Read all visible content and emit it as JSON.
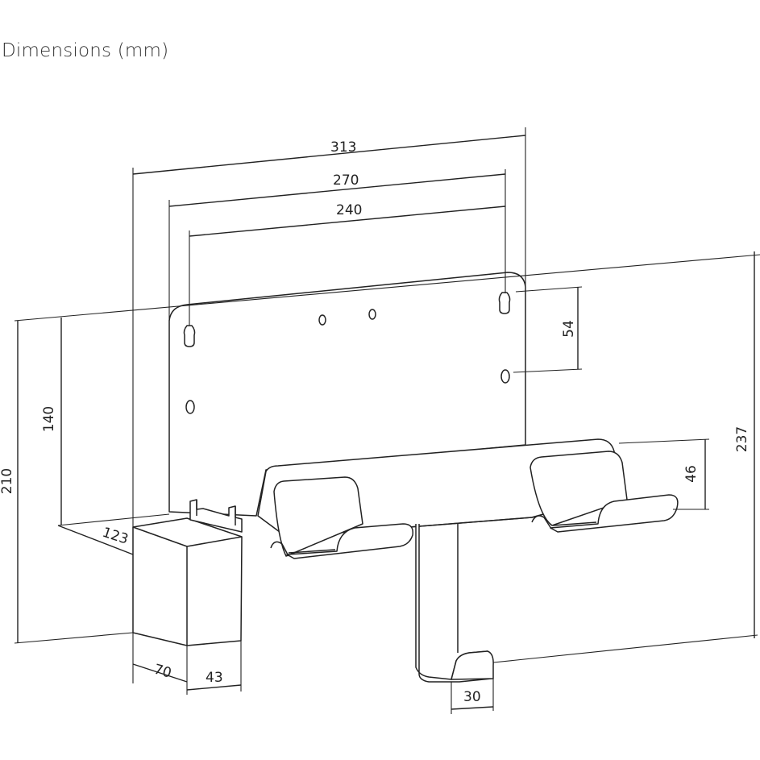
{
  "title": "Dimensions (mm)",
  "dimensions": {
    "overall_width": "313",
    "hole_spacing_outer": "270",
    "hole_spacing_inner": "240",
    "hole_vertical_offset": "54",
    "plate_height": "140",
    "total_height_left": "210",
    "total_height_right": "237",
    "cradle_height": "46",
    "depth": "123",
    "box_width": "70",
    "box_depth": "43",
    "hook_width": "30"
  }
}
